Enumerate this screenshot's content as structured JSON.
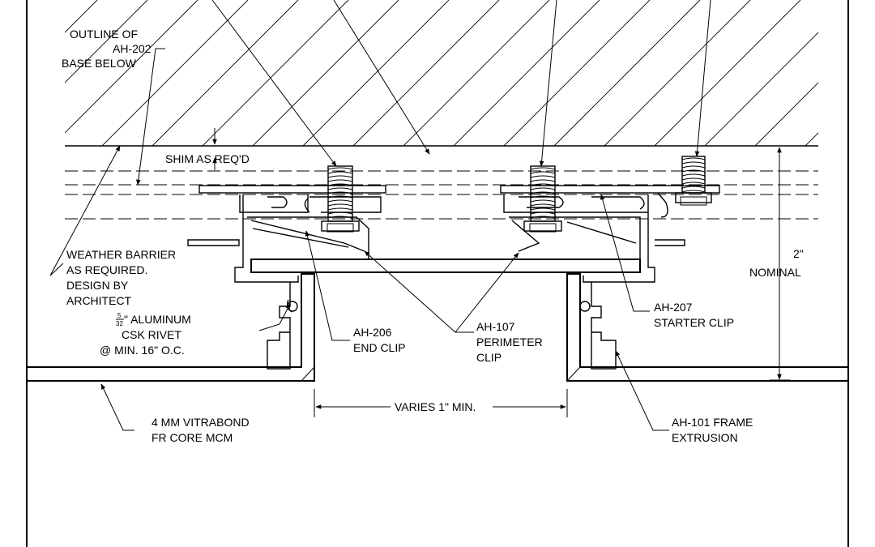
{
  "labels": {
    "outline_l1": "OUTLINE OF",
    "outline_l2": "AH-202",
    "outline_l3": "BASE BELOW",
    "shim": "SHIM AS REQ'D",
    "weather_l1": "WEATHER BARRIER",
    "weather_l2": "AS REQUIRED.",
    "weather_l3": "DESIGN BY",
    "weather_l4": "ARCHITECT",
    "rivet_num": "5",
    "rivet_den": "32",
    "rivet_l1": "\" ALUMINUM",
    "rivet_l2": "CSK RIVET",
    "rivet_l3": "@ MIN. 16\" O.C.",
    "endclip_l1": "AH-206",
    "endclip_l2": "END CLIP",
    "perim_l1": "AH-107",
    "perim_l2": "PERIMETER",
    "perim_l3": "CLIP",
    "starter_l1": "AH-207",
    "starter_l2": "STARTER CLIP",
    "nominal_l1": "2\"",
    "nominal_l2": "NOMINAL",
    "varies": "VARIES 1\" MIN.",
    "mcm_l1": "4 MM VITRABOND",
    "mcm_l2": "FR CORE MCM",
    "frame_l1": "AH-101 FRAME",
    "frame_l2": "EXTRUSION"
  }
}
